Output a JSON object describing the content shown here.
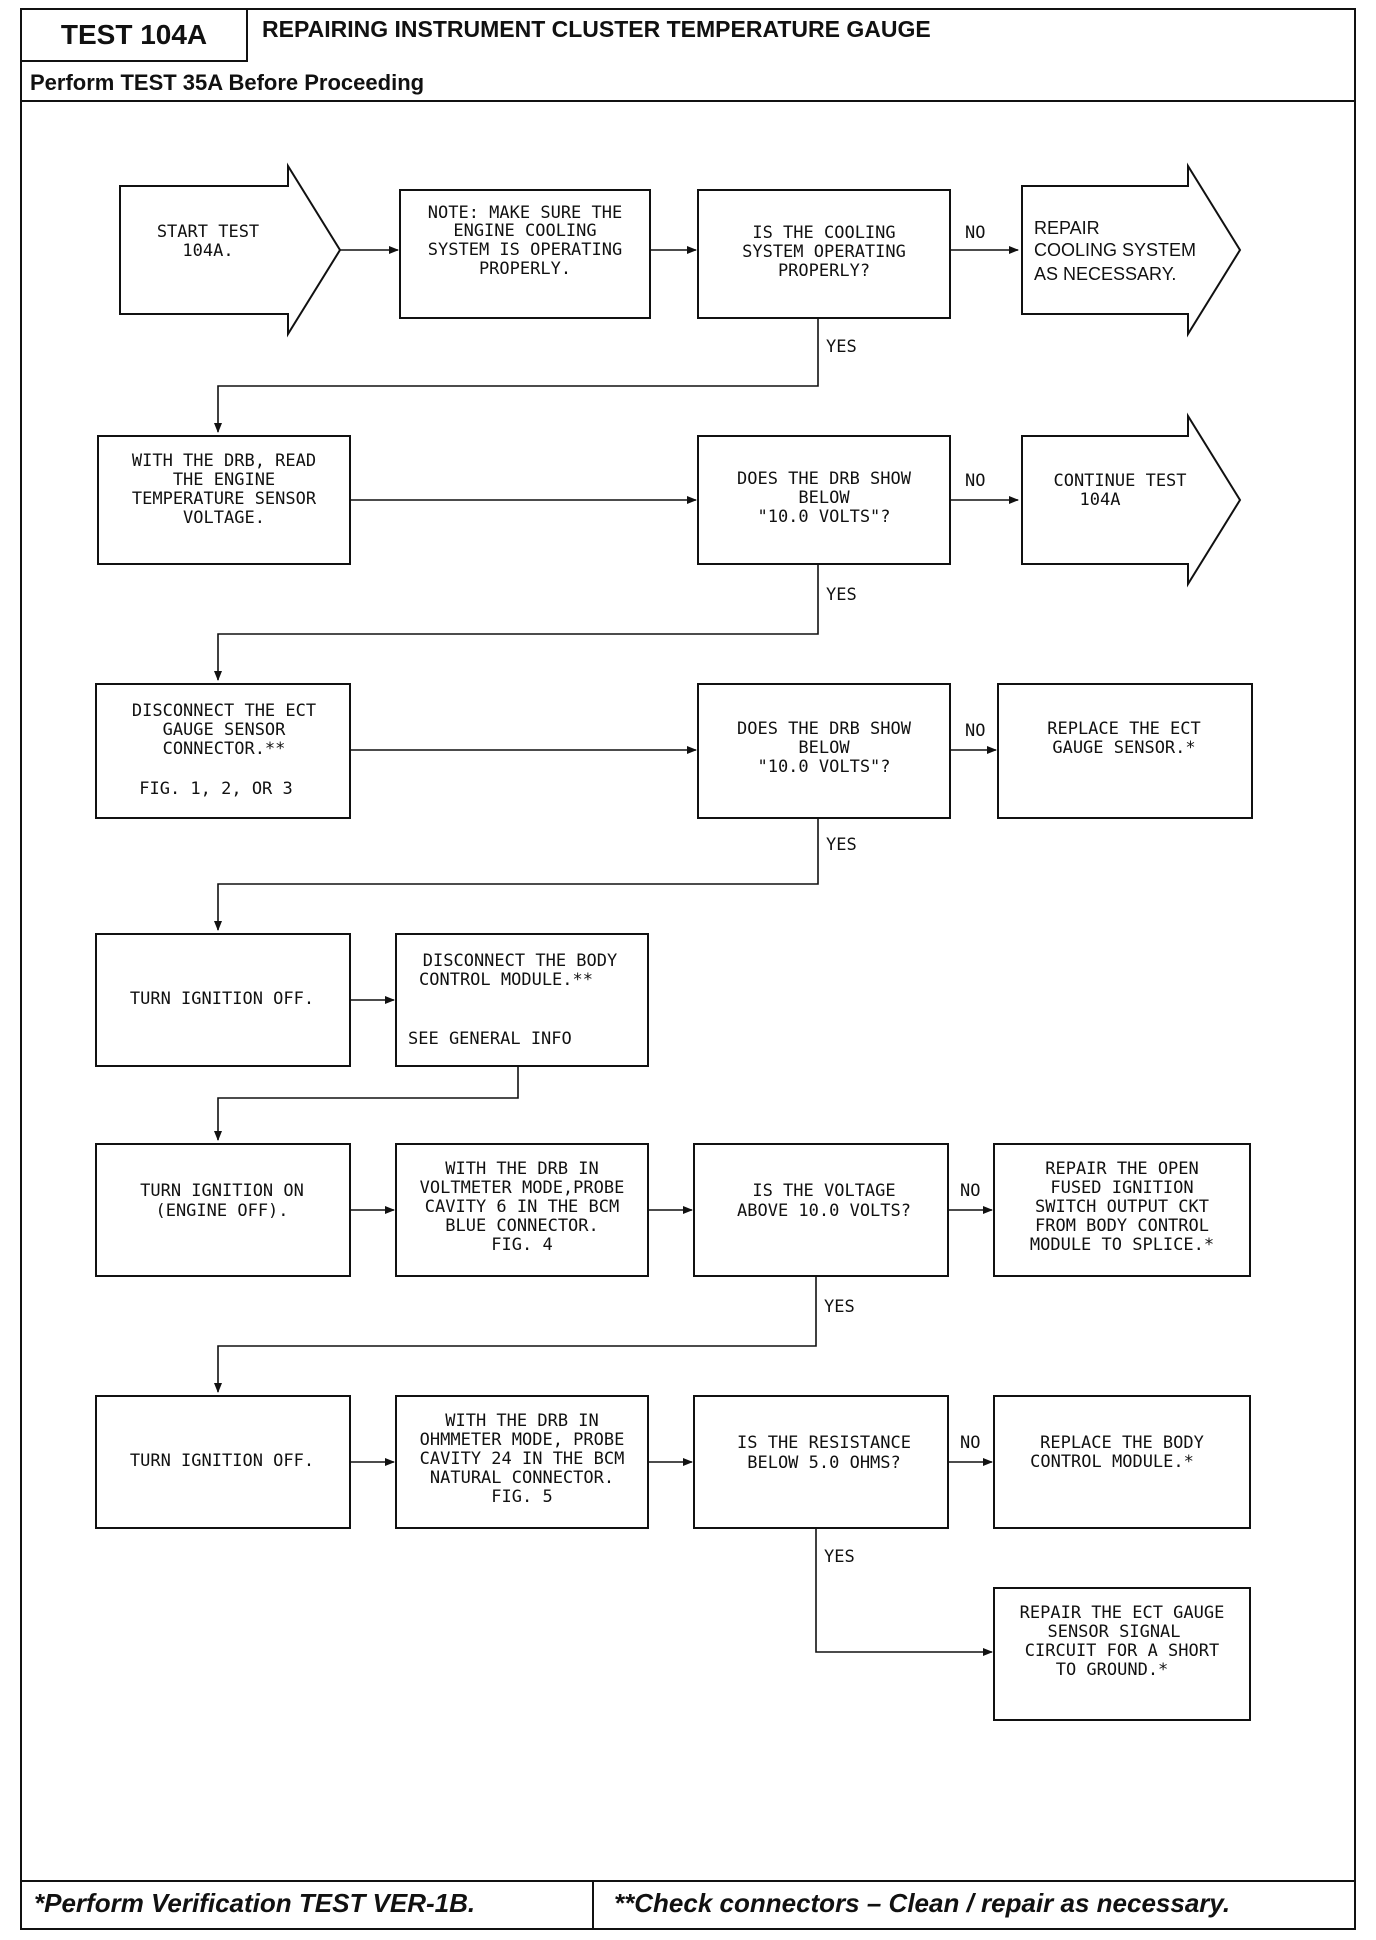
{
  "header": {
    "test_id": "TEST 104A",
    "title": "REPAIRING INSTRUMENT CLUSTER TEMPERATURE GAUGE",
    "subtitle": "Perform TEST 35A Before Proceeding"
  },
  "footer": {
    "left": "*Perform Verification TEST VER-1B.",
    "right": "**Check connectors – Clean / repair as necessary."
  },
  "flow": {
    "start": [
      "START TEST",
      "104A."
    ],
    "note": [
      "NOTE:  MAKE SURE THE",
      "ENGINE COOLING",
      "SYSTEM IS OPERATING",
      "PROPERLY."
    ],
    "q_cooling": [
      "IS THE COOLING",
      "SYSTEM OPERATING",
      "PROPERLY?"
    ],
    "repair_cooling": [
      "REPAIR",
      "COOLING SYSTEM",
      "AS NECESSARY."
    ],
    "read_voltage": [
      "WITH THE DRB, READ",
      "THE ENGINE",
      "TEMPERATURE SENSOR",
      "VOLTAGE."
    ],
    "q_drb_1": [
      "DOES THE DRB SHOW",
      "BELOW",
      "\"10.0 VOLTS\"?"
    ],
    "continue_test": [
      "CONTINUE TEST",
      "104A"
    ],
    "disconnect_ect": [
      "DISCONNECT THE ECT",
      "GAUGE SENSOR",
      "CONNECTOR.**"
    ],
    "disconnect_ect_fig": "FIG. 1, 2, OR 3",
    "q_drb_2": [
      "DOES THE DRB SHOW",
      "BELOW",
      "\"10.0 VOLTS\"?"
    ],
    "replace_ect": [
      "REPLACE THE ECT",
      "GAUGE SENSOR.*"
    ],
    "ign_off_1": "TURN IGNITION OFF.",
    "disconnect_bcm": [
      "DISCONNECT THE BODY",
      "CONTROL MODULE.**"
    ],
    "disconnect_bcm_info": "SEE GENERAL INFO",
    "ign_on": [
      "TURN IGNITION ON",
      "(ENGINE OFF)."
    ],
    "voltmeter": [
      "WITH THE DRB IN",
      "VOLTMETER MODE,PROBE",
      "CAVITY 6 IN THE BCM",
      "BLUE CONNECTOR.",
      "FIG. 4"
    ],
    "q_voltage": [
      "IS THE VOLTAGE",
      "ABOVE 10.0 VOLTS?"
    ],
    "repair_open": [
      "REPAIR THE OPEN",
      "FUSED IGNITION",
      "SWITCH OUTPUT CKT",
      "FROM BODY CONTROL",
      "MODULE TO SPLICE.*"
    ],
    "ign_off_2": "TURN IGNITION OFF.",
    "ohmmeter": [
      "WITH THE DRB IN",
      "OHMMETER MODE, PROBE",
      "CAVITY 24 IN THE BCM",
      "NATURAL CONNECTOR.",
      "FIG. 5"
    ],
    "q_resistance": [
      "IS THE RESISTANCE",
      "BELOW 5.0 OHMS?"
    ],
    "replace_bcm": [
      "REPLACE THE BODY",
      "CONTROL MODULE.*"
    ],
    "repair_ect_signal": [
      "REPAIR THE ECT GAUGE",
      "SENSOR SIGNAL",
      "CIRCUIT FOR A SHORT",
      "TO GROUND.*"
    ],
    "yes": "YES",
    "no": "NO"
  }
}
